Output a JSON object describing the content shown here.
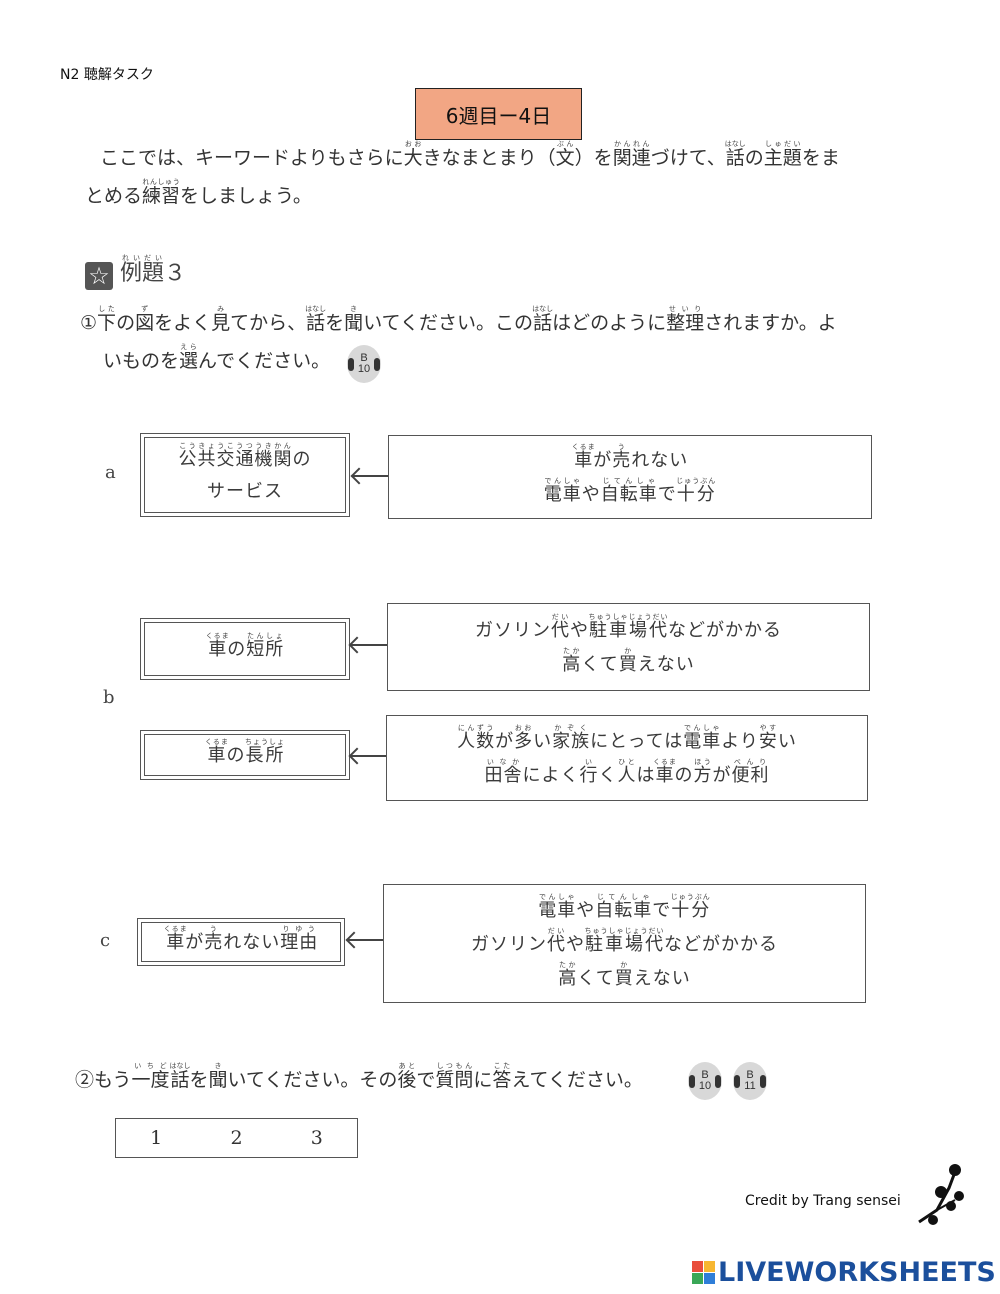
{
  "header": {
    "title": "N2 聴解タスク",
    "week_badge": "6週目ー4日",
    "badge_color": "#F2A684"
  },
  "intro": {
    "lines": [
      [
        [
          "ここでは、キーワードよりもさらに",
          ""
        ],
        [
          "大",
          "おお"
        ],
        [
          "きなまとまり（",
          ""
        ],
        [
          "文",
          "ぶん"
        ],
        [
          "）を",
          ""
        ],
        [
          "関連",
          "かんれん"
        ],
        [
          "づけて、",
          ""
        ],
        [
          "話",
          "はなし"
        ],
        [
          "の",
          ""
        ],
        [
          "主題",
          "しゅだい"
        ],
        [
          "をま",
          ""
        ]
      ],
      [
        [
          "とめる",
          ""
        ],
        [
          "練習",
          "れんしゅう"
        ],
        [
          "をしましょう。",
          ""
        ]
      ]
    ]
  },
  "example": {
    "heading": [
      [
        "例題",
        "れいだい"
      ],
      [
        "３",
        ""
      ]
    ],
    "q1_lines": [
      [
        [
          "①",
          ""
        ],
        [
          "下",
          "した"
        ],
        [
          "の",
          ""
        ],
        [
          "図",
          "ず"
        ],
        [
          "をよく",
          ""
        ],
        [
          "見",
          "み"
        ],
        [
          "てから、",
          ""
        ],
        [
          "話",
          "はなし"
        ],
        [
          "を",
          ""
        ],
        [
          "聞",
          "き"
        ],
        [
          "いてください。この",
          ""
        ],
        [
          "話",
          "はなし"
        ],
        [
          "はどのように",
          ""
        ],
        [
          "整理",
          "せいり"
        ],
        [
          "されますか。よ",
          ""
        ]
      ],
      [
        [
          "いものを",
          ""
        ],
        [
          "選",
          "えら"
        ],
        [
          "んでください。",
          ""
        ]
      ]
    ],
    "q1_track": {
      "letter": "B",
      "number": "10"
    }
  },
  "options": {
    "a": {
      "label": "a",
      "left": [
        [
          [
            "公共交通機関",
            "こうきょうこうつうきかん"
          ],
          [
            "の",
            ""
          ]
        ],
        [
          [
            "サービス",
            ""
          ]
        ]
      ],
      "right": [
        [
          [
            "車",
            "くるま"
          ],
          [
            "が",
            ""
          ],
          [
            "売",
            "う"
          ],
          [
            "れない",
            ""
          ]
        ],
        [
          [
            "電車",
            "でんしゃ"
          ],
          [
            "や",
            ""
          ],
          [
            "自転車",
            "じてんしゃ"
          ],
          [
            "で",
            ""
          ],
          [
            "十分",
            "じゅうぶん"
          ]
        ]
      ]
    },
    "b": {
      "label": "b",
      "left1": [
        [
          [
            "車",
            "くるま"
          ],
          [
            "の",
            ""
          ],
          [
            "短所",
            "たんしょ"
          ]
        ]
      ],
      "right1": [
        [
          [
            "ガソリン",
            ""
          ],
          [
            "代",
            "だい"
          ],
          [
            "や",
            ""
          ],
          [
            "駐車場代",
            "ちゅうしゃじょうだい"
          ],
          [
            "などがかかる",
            ""
          ]
        ],
        [
          [
            "高",
            "たか"
          ],
          [
            "くて",
            ""
          ],
          [
            "買",
            "か"
          ],
          [
            "えない",
            ""
          ]
        ]
      ],
      "left2": [
        [
          [
            "車",
            "くるま"
          ],
          [
            "の",
            ""
          ],
          [
            "長所",
            "ちょうしょ"
          ]
        ]
      ],
      "right2": [
        [
          [
            "人数",
            "にんずう"
          ],
          [
            "が",
            ""
          ],
          [
            "多",
            "おお"
          ],
          [
            "い",
            ""
          ],
          [
            "家族",
            "かぞく"
          ],
          [
            "にとっては",
            ""
          ],
          [
            "電車",
            "でんしゃ"
          ],
          [
            "より",
            ""
          ],
          [
            "安",
            "やす"
          ],
          [
            "い",
            ""
          ]
        ],
        [
          [
            "田舎",
            "いなか"
          ],
          [
            "によく",
            ""
          ],
          [
            "行",
            "い"
          ],
          [
            "く",
            ""
          ],
          [
            "人",
            "ひと"
          ],
          [
            "は",
            ""
          ],
          [
            "車",
            "くるま"
          ],
          [
            "の",
            ""
          ],
          [
            "方",
            "ほう"
          ],
          [
            "が",
            ""
          ],
          [
            "便利",
            "べんり"
          ]
        ]
      ]
    },
    "c": {
      "label": "c",
      "left": [
        [
          [
            "車",
            "くるま"
          ],
          [
            "が",
            ""
          ],
          [
            "売",
            "う"
          ],
          [
            "れない",
            ""
          ],
          [
            "理由",
            "りゆう"
          ]
        ]
      ],
      "right": [
        [
          [
            "電車",
            "でんしゃ"
          ],
          [
            "や",
            ""
          ],
          [
            "自転車",
            "じてんしゃ"
          ],
          [
            "で",
            ""
          ],
          [
            "十分",
            "じゅうぶん"
          ]
        ],
        [
          [
            "ガソリン",
            ""
          ],
          [
            "代",
            "だい"
          ],
          [
            "や",
            ""
          ],
          [
            "駐車場代",
            "ちゅうしゃじょうだい"
          ],
          [
            "などがかかる",
            ""
          ]
        ],
        [
          [
            "高",
            "たか"
          ],
          [
            "くて",
            ""
          ],
          [
            "買",
            "か"
          ],
          [
            "えない",
            ""
          ]
        ]
      ]
    }
  },
  "q2": {
    "line": [
      [
        "②もう",
        ""
      ],
      [
        "一度",
        "いちど"
      ],
      [
        "話",
        "はなし"
      ],
      [
        "を",
        ""
      ],
      [
        "聞",
        "き"
      ],
      [
        "いてください。その",
        ""
      ],
      [
        "後",
        "あと"
      ],
      [
        "で",
        ""
      ],
      [
        "質問",
        "しつもん"
      ],
      [
        "に",
        ""
      ],
      [
        "答",
        "こた"
      ],
      [
        "えてください。",
        ""
      ]
    ],
    "tracks": [
      {
        "letter": "B",
        "number": "10"
      },
      {
        "letter": "B",
        "number": "11"
      }
    ],
    "answers": [
      "1",
      "2",
      "3"
    ]
  },
  "footer": {
    "credit": "Credit by Trang sensei",
    "brand": "LIVEWORKSHEETS",
    "brand_color": "#1b4f9c"
  }
}
